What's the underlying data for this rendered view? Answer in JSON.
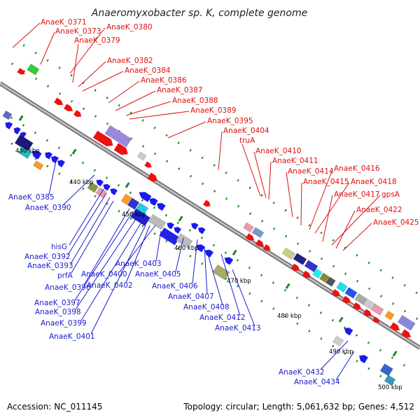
{
  "title": "Anaeromyxobacter sp. K, complete genome",
  "footer": {
    "accession": "Accession: NC_011145",
    "summary": "Topology: circular; Length: 5,061,632 bp; Genes: 4,512"
  },
  "colors": {
    "forward_label": "#dd1111",
    "reverse_label": "#1a1acc",
    "backbone": "#888888",
    "tick": "#1a8a1a"
  },
  "scale_labels": [
    "430 kbp",
    "440 kbp",
    "450 kbp",
    "460 kbp",
    "470 kbp",
    "480 kbp",
    "490 kbp",
    "500 kbp"
  ],
  "forward_genes": [
    "AnaeK_0371",
    "AnaeK_0373",
    "AnaeK_0380",
    "AnaeK_0379",
    "AnaeK_0382",
    "AnaeK_0384",
    "AnaeK_0386",
    "AnaeK_0387",
    "AnaeK_0388",
    "AnaeK_0389",
    "AnaeK_0395",
    "AnaeK_0404",
    "truA",
    "AnaeK_0410",
    "AnaeK_0411",
    "AnaeK_0414",
    "AnaeK_0416",
    "AnaeK_0415",
    "AnaeK_0418",
    "AnaeK_0417",
    "gpsA",
    "AnaeK_0422",
    "AnaeK_0425"
  ],
  "reverse_genes": [
    "AnaeK_0385",
    "AnaeK_0390",
    "hisG",
    "AnaeK_0392",
    "AnaeK_0393",
    "prfA",
    "AnaeK_0400",
    "AnaeK_0403",
    "AnaeK_0405",
    "AnaeK_0396",
    "AnaeK_0402",
    "AnaeK_0397",
    "AnaeK_0398",
    "AnaeK_0399",
    "AnaeK_0401",
    "AnaeK_0406",
    "AnaeK_0407",
    "AnaeK_0408",
    "AnaeK_0412",
    "AnaeK_0413",
    "AnaeK_0432",
    "AnaeK_0434"
  ]
}
